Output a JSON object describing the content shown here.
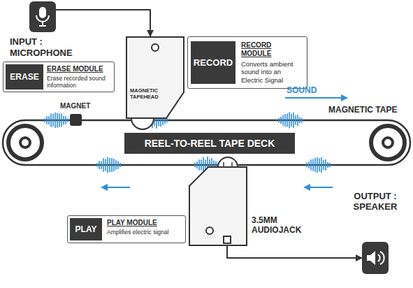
{
  "diagram": {
    "nodes": [
      {
        "text": [
          "INPUT : MICROPHONE"
        ]
      },
      {
        "text": [
          "MAGNETIC TAPEHEAD"
        ]
      },
      {
        "text": [
          "RECORD MODULE",
          "Converts ambient sound into an Electric Signal"
        ]
      },
      {
        "text": [
          "RECORD"
        ],
        "in": 2
      },
      {
        "text": [
          "ERASE MODULE",
          "Erase recorded sound information"
        ]
      },
      {
        "text": [
          "ERASE"
        ],
        "in": 4
      },
      {
        "text": [
          "REEL-TO-REEL TAPE DECK"
        ]
      },
      {
        "text": [
          "3.5MM AUDIOJACK"
        ]
      },
      {
        "text": [
          "PLAY MODULE",
          "Amplifies electric signal"
        ]
      },
      {
        "text": [
          "PLAY"
        ],
        "in": 8
      },
      {
        "text": [
          "OUTPUT : SPEAKER"
        ]
      }
    ],
    "edges": [
      {
        "from": 0,
        "to": 1,
        "arrow": "to"
      },
      {
        "from": 7,
        "to": 10,
        "arrow": "to"
      }
    ],
    "labels": [
      "MAGNET",
      "SOUND",
      "MAGNETIC TAPE"
    ]
  }
}
